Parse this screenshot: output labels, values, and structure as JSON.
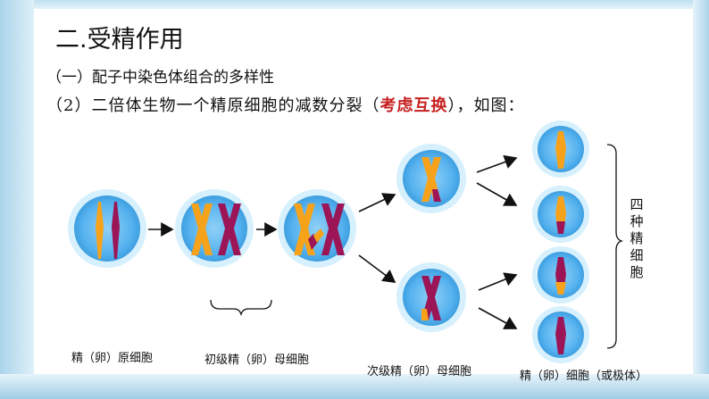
{
  "title": "二.受精作用",
  "subtitle": "（一）配子中染色体组合的多样性",
  "description": {
    "prefix": "（2）二倍体生物一个精原细胞的减数分裂（",
    "highlight": "考虑互换",
    "suffix": "），如图："
  },
  "labels": {
    "cell1": "精（卵）原细胞",
    "cell2": "初级精（卵）母细胞",
    "cell3": "次级精（卵）母细胞",
    "cell4": "精（卵）细胞（或极体）",
    "group": "四种精细胞"
  },
  "colors": {
    "orange": "#f7a21b",
    "purple": "#9b1557",
    "cell_fill": "#5fb8f0",
    "cell_rim": "#d6f0fd"
  }
}
